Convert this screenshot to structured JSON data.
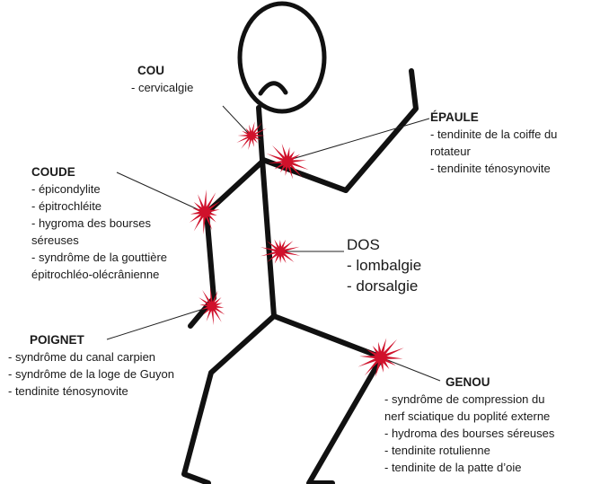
{
  "regions": {
    "cou": {
      "title": "COU",
      "items": [
        "- cervicalgie"
      ]
    },
    "epaule": {
      "title": "ÉPAULE",
      "items": [
        "- tendinite de la coiffe du",
        "rotateur",
        "- tendinite ténosynovite"
      ]
    },
    "coude": {
      "title": "COUDE",
      "items": [
        "- épicondylite",
        "- épitrochléite",
        "- hygroma des bourses",
        "séreuses",
        "- syndrôme de la gouttière",
        "épitrochléo-olécrânienne"
      ]
    },
    "dos": {
      "title": "DOS",
      "items": [
        "- lombalgie",
        "- dorsalgie"
      ]
    },
    "poignet": {
      "title": "POIGNET",
      "items": [
        "- syndrôme du canal carpien",
        "- syndrôme de la loge de Guyon",
        "- tendinite ténosynovite"
      ]
    },
    "genou": {
      "title": "GENOU",
      "items": [
        "- syndrôme de compression du",
        "nerf sciatique du poplité externe",
        "- hydroma des bourses séreuses",
        "- tendinite rotulienne",
        "- tendinite de la patte d’oie"
      ]
    }
  },
  "colors": {
    "figure": "#111111",
    "pain_star": "#d0112b",
    "leader": "#222222"
  }
}
